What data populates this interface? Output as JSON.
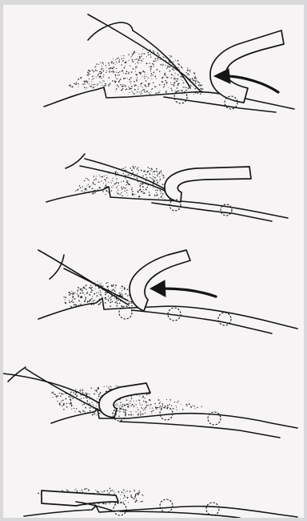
{
  "figure": {
    "panel_count": 5,
    "icons": [
      "skin-surface",
      "adhesive-strip",
      "stitch-marker",
      "direction-arrow",
      "tissue-stipple"
    ],
    "colors": {
      "ink": "#151515",
      "paper": "#f6f4f5",
      "border": "#d9d9dc"
    }
  }
}
